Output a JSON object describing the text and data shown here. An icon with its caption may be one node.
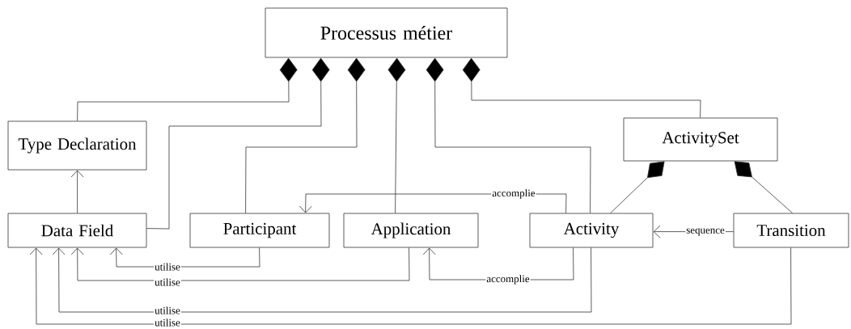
{
  "diagram": {
    "nodes": [
      {
        "text": [
          "Processus métier"
        ]
      },
      {
        "text": [
          "Type Declaration"
        ]
      },
      {
        "text": [
          "ActivitySet"
        ]
      },
      {
        "text": [
          "Data Field"
        ]
      },
      {
        "text": [
          "Participant"
        ]
      },
      {
        "text": [
          "Application"
        ]
      },
      {
        "text": [
          "Activity"
        ]
      },
      {
        "text": [
          "Transition"
        ]
      }
    ],
    "edges": [
      {
        "from": 0,
        "to": 1,
        "arrow": "other"
      },
      {
        "from": 0,
        "to": 3,
        "arrow": "other"
      },
      {
        "from": 0,
        "to": 4,
        "arrow": "other"
      },
      {
        "from": 0,
        "to": 5,
        "arrow": "other"
      },
      {
        "from": 0,
        "to": 6,
        "arrow": "other"
      },
      {
        "from": 0,
        "to": 2,
        "arrow": "other"
      },
      {
        "from": 2,
        "to": 6,
        "arrow": "other"
      },
      {
        "from": 2,
        "to": 7,
        "arrow": "other"
      },
      {
        "from": 3,
        "to": 1,
        "arrow": "to"
      },
      {
        "from": 6,
        "to": 4,
        "arrow": "to",
        "label": "accomplie"
      },
      {
        "from": 6,
        "to": 5,
        "arrow": "to",
        "label": "accomplie"
      },
      {
        "from": 7,
        "to": 6,
        "arrow": "to",
        "label": "sequence"
      },
      {
        "from": 4,
        "to": 3,
        "arrow": "to",
        "label": "utilise"
      },
      {
        "from": 5,
        "to": 3,
        "arrow": "to",
        "label": "utilise"
      },
      {
        "from": 6,
        "to": 3,
        "arrow": "to",
        "label": "utilise"
      },
      {
        "from": 7,
        "to": 3,
        "arrow": "to",
        "label": "utilise"
      }
    ]
  }
}
